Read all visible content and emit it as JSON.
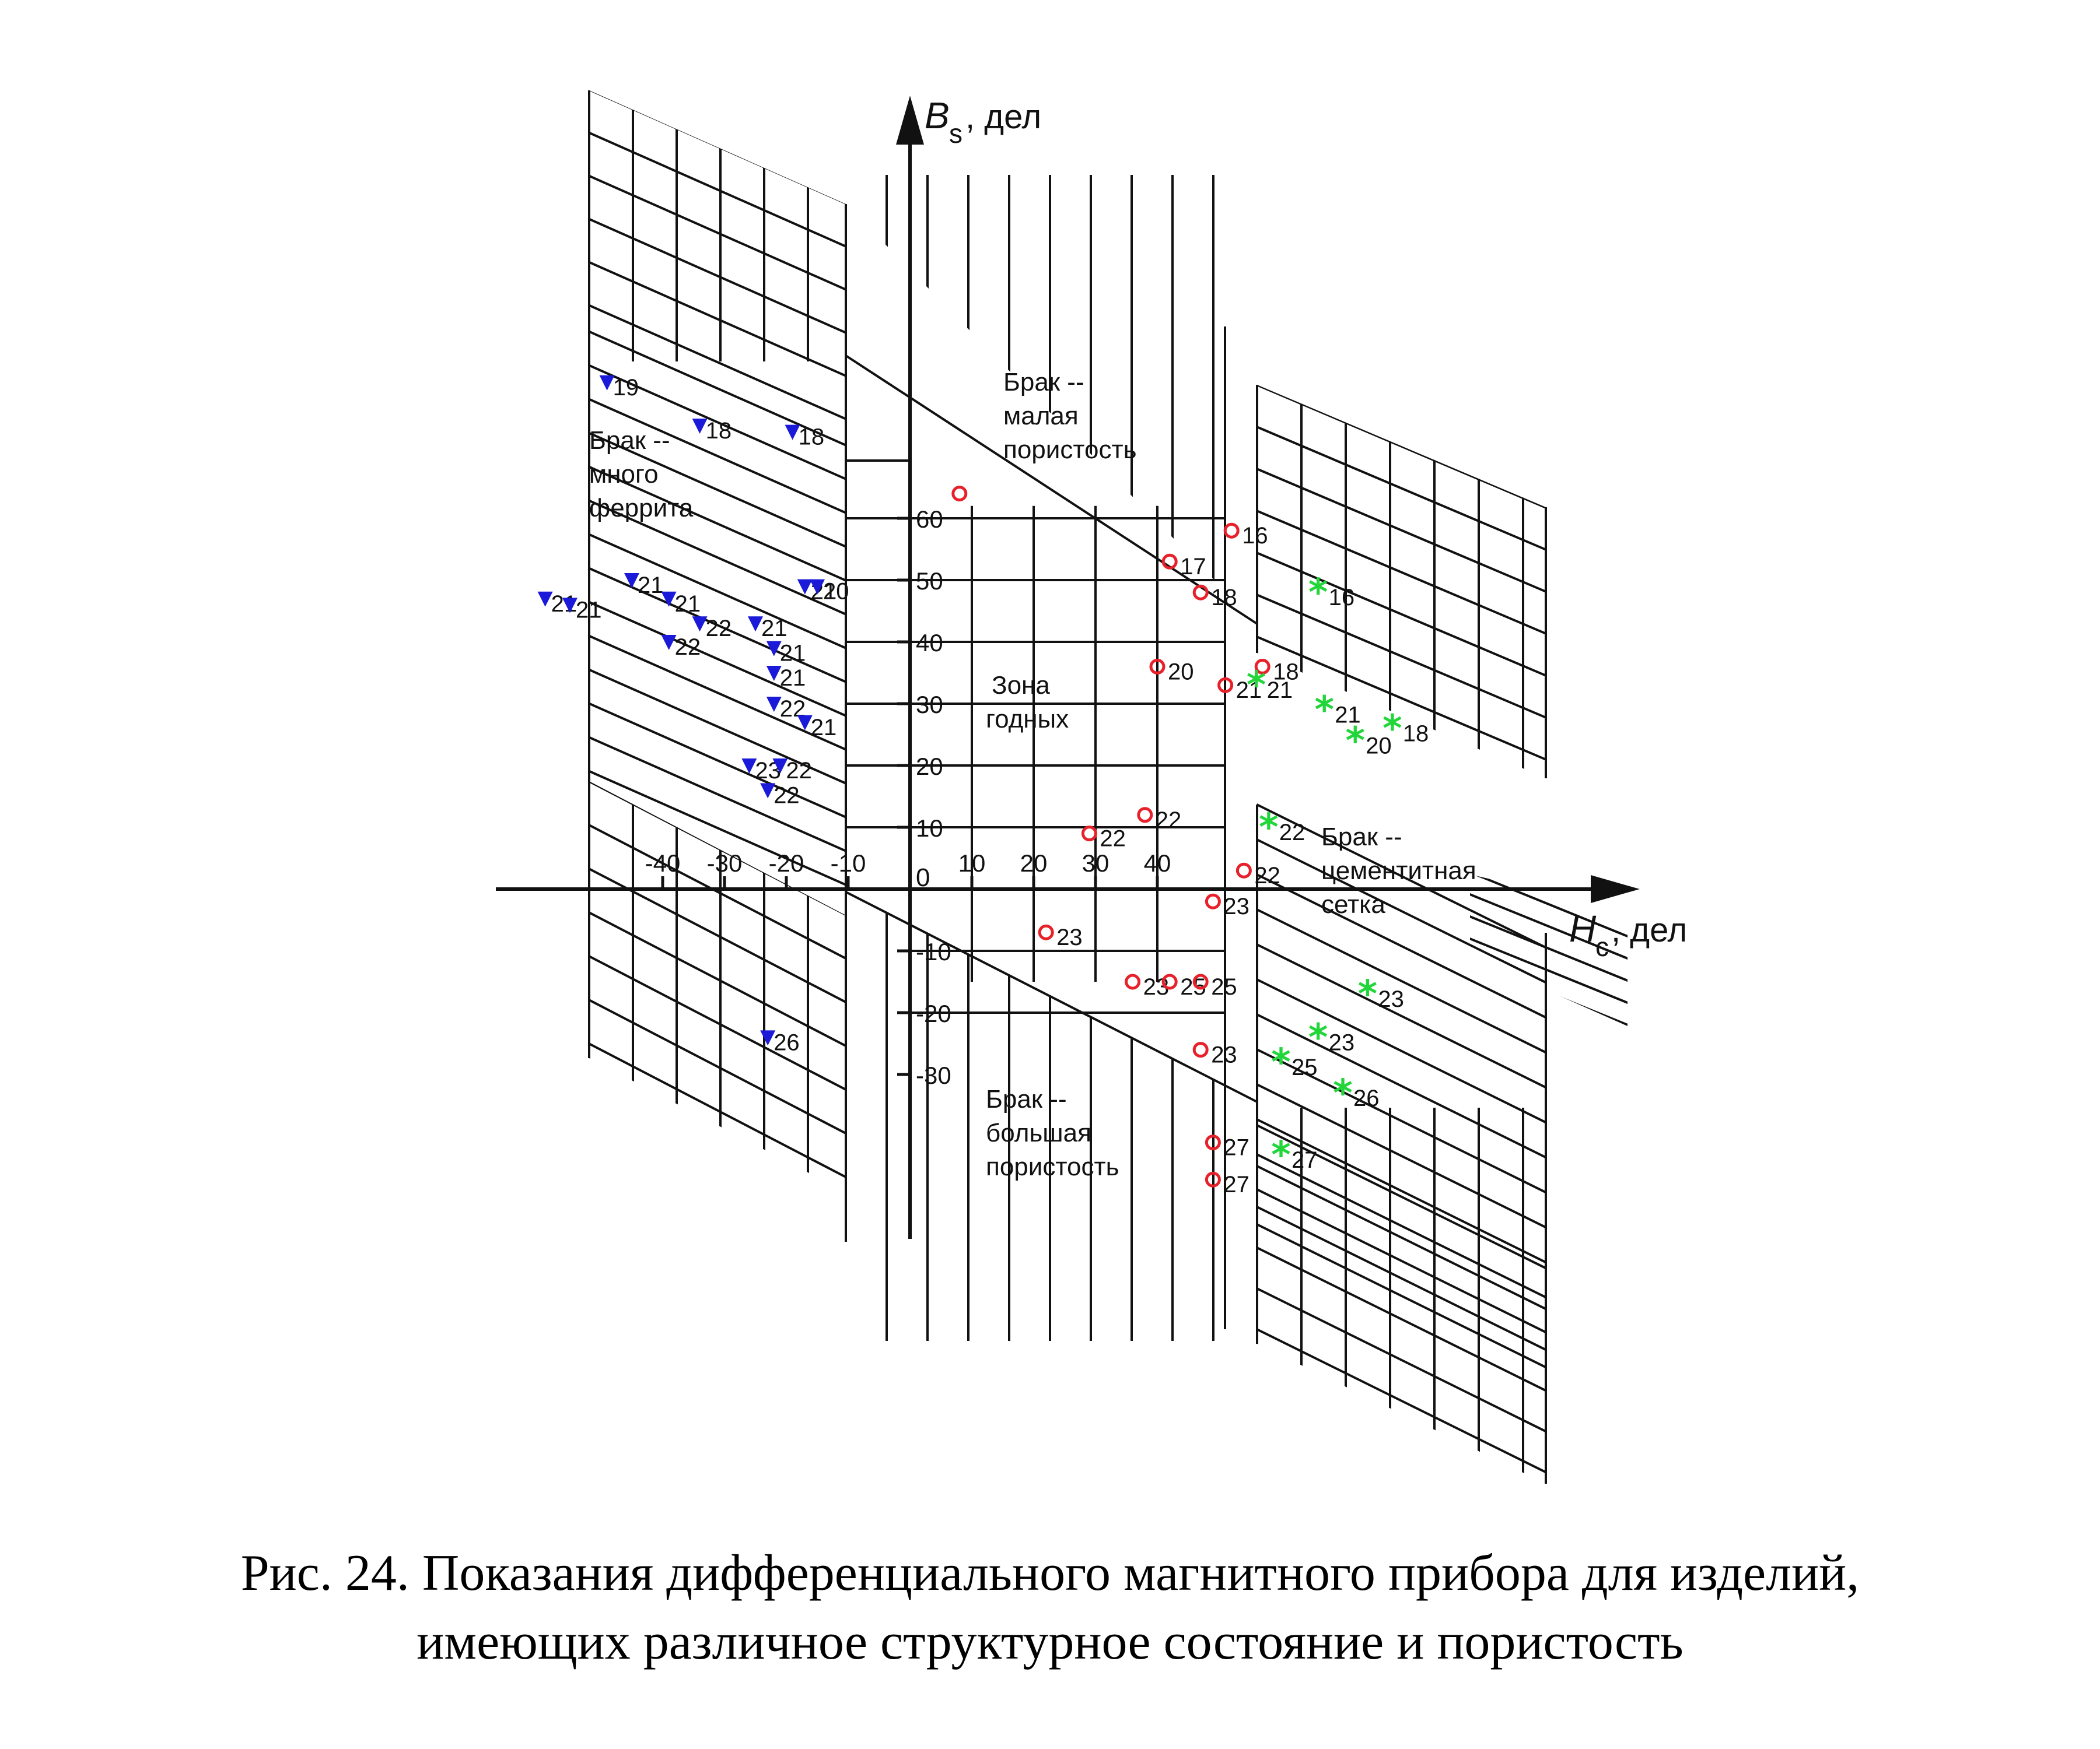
{
  "caption": {
    "line1": "Рис. 24. Показания дифференциального магнитного прибора для изделий,",
    "line2": "имеющих различное структурное состояние и пористость"
  },
  "chart_data": {
    "type": "scatter",
    "xlabel": {
      "symbol": "H",
      "subscript": "c",
      "unit": ", дел"
    },
    "ylabel": {
      "symbol": "B",
      "subscript": "s",
      "unit": ", дел"
    },
    "x_ticks_positive": [
      10,
      20,
      30,
      40
    ],
    "x_ticks_negative": [
      -40,
      -30,
      -20,
      -10
    ],
    "y_ticks_positive": [
      10,
      20,
      30,
      40,
      50,
      60
    ],
    "y_ticks_negative": [
      -10,
      -20,
      -30
    ],
    "origin_label": "0",
    "zones": {
      "good": [
        "Зона",
        "годных"
      ],
      "low_porosity": [
        "Брак --",
        "малая",
        "пористость"
      ],
      "high_porosity": [
        "Брак --",
        "большая",
        "пористость"
      ],
      "much_ferrite": [
        "Брак --",
        "много",
        "феррита"
      ],
      "cementite": [
        "Брак --",
        "цементитная",
        "сетка"
      ]
    },
    "colors": {
      "circle": "#e8202a",
      "triangle": "#1a1ad8",
      "star": "#22d63a",
      "lines": "#111111"
    },
    "series": [
      {
        "marker": "circle",
        "points": [
          {
            "x": 8,
            "y": 64,
            "label": ""
          },
          {
            "x": 52,
            "y": 58,
            "label": "16"
          },
          {
            "x": 42,
            "y": 53,
            "label": "17"
          },
          {
            "x": 47,
            "y": 48,
            "label": "18"
          },
          {
            "x": 40,
            "y": 36,
            "label": "20"
          },
          {
            "x": 57,
            "y": 36,
            "label": "18"
          },
          {
            "x": 51,
            "y": 33,
            "label": "21"
          },
          {
            "x": 29,
            "y": 9,
            "label": "22"
          },
          {
            "x": 38,
            "y": 12,
            "label": "22"
          },
          {
            "x": 54,
            "y": 3,
            "label": "22"
          },
          {
            "x": 49,
            "y": -2,
            "label": "23"
          },
          {
            "x": 22,
            "y": -7,
            "label": "23"
          },
          {
            "x": 36,
            "y": -15,
            "label": "23"
          },
          {
            "x": 42,
            "y": -15,
            "label": "25"
          },
          {
            "x": 47,
            "y": -15,
            "label": "25"
          },
          {
            "x": 47,
            "y": -26,
            "label": "23"
          },
          {
            "x": 49,
            "y": -41,
            "label": "27"
          },
          {
            "x": 49,
            "y": -47,
            "label": "27"
          }
        ]
      },
      {
        "marker": "triangle",
        "points": [
          {
            "x": -49,
            "y": 82,
            "label": "19"
          },
          {
            "x": -34,
            "y": 75,
            "label": "18"
          },
          {
            "x": -19,
            "y": 74,
            "label": "18"
          },
          {
            "x": -59,
            "y": 47,
            "label": "21"
          },
          {
            "x": -55,
            "y": 46,
            "label": "21"
          },
          {
            "x": -45,
            "y": 50,
            "label": "21"
          },
          {
            "x": -39,
            "y": 47,
            "label": "21"
          },
          {
            "x": -34,
            "y": 43,
            "label": "22"
          },
          {
            "x": -25,
            "y": 43,
            "label": "21"
          },
          {
            "x": -39,
            "y": 40,
            "label": "22"
          },
          {
            "x": -22,
            "y": 39,
            "label": "21"
          },
          {
            "x": -22,
            "y": 35,
            "label": "21"
          },
          {
            "x": -22,
            "y": 30,
            "label": "22"
          },
          {
            "x": -17,
            "y": 49,
            "label": "21"
          },
          {
            "x": -15,
            "y": 49,
            "label": "20"
          },
          {
            "x": -17,
            "y": 27,
            "label": "21"
          },
          {
            "x": -26,
            "y": 20,
            "label": "23"
          },
          {
            "x": -21,
            "y": 20,
            "label": "22"
          },
          {
            "x": -23,
            "y": 16,
            "label": "22"
          },
          {
            "x": -23,
            "y": -24,
            "label": "26"
          }
        ]
      },
      {
        "marker": "star",
        "points": [
          {
            "x": 66,
            "y": 48,
            "label": "16"
          },
          {
            "x": 56,
            "y": 33,
            "label": "21"
          },
          {
            "x": 67,
            "y": 29,
            "label": "21"
          },
          {
            "x": 72,
            "y": 24,
            "label": "20"
          },
          {
            "x": 78,
            "y": 26,
            "label": "18"
          },
          {
            "x": 58,
            "y": 10,
            "label": "22"
          },
          {
            "x": 74,
            "y": -17,
            "label": "23"
          },
          {
            "x": 66,
            "y": -24,
            "label": "23"
          },
          {
            "x": 60,
            "y": -28,
            "label": "25"
          },
          {
            "x": 70,
            "y": -33,
            "label": "26"
          },
          {
            "x": 60,
            "y": -43,
            "label": "27"
          }
        ]
      }
    ]
  }
}
